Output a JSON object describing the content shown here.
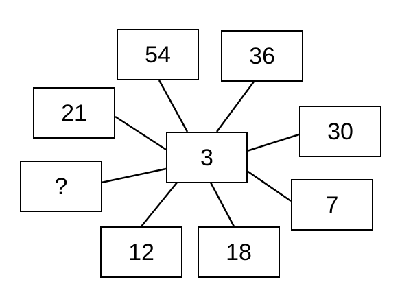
{
  "diagram": {
    "center": "3",
    "nodes": {
      "top_left": "54",
      "top_right": "36",
      "upper_left": "21",
      "upper_right": "30",
      "lower_left": "?",
      "lower_right": "7",
      "bottom_left": "12",
      "bottom_right": "18"
    },
    "colors": {
      "stroke": "#000000",
      "background": "#ffffff",
      "text": "#000000"
    }
  }
}
